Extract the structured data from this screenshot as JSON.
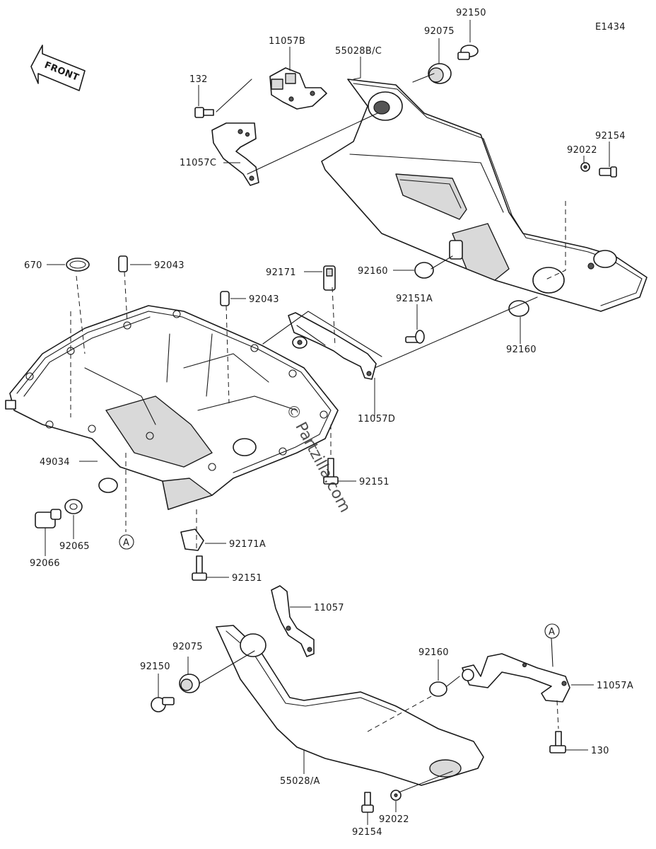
{
  "diagram": {
    "code": "E1434",
    "front_label": "FRONT",
    "watermark": "© Partzilla.com",
    "ref_marker": "A",
    "callouts": [
      {
        "id": "c-92150-top",
        "text": "92150"
      },
      {
        "id": "c-92075-top",
        "text": "92075"
      },
      {
        "id": "c-11057B",
        "text": "11057B"
      },
      {
        "id": "c-55028BC",
        "text": "55028B/C"
      },
      {
        "id": "c-132",
        "text": "132"
      },
      {
        "id": "c-11057C",
        "text": "11057C"
      },
      {
        "id": "c-92154-top",
        "text": "92154"
      },
      {
        "id": "c-92022-top",
        "text": "92022"
      },
      {
        "id": "c-670",
        "text": "670"
      },
      {
        "id": "c-92043-a",
        "text": "92043"
      },
      {
        "id": "c-92043-b",
        "text": "92043"
      },
      {
        "id": "c-92171",
        "text": "92171"
      },
      {
        "id": "c-92160-a",
        "text": "92160"
      },
      {
        "id": "c-92151A",
        "text": "92151A"
      },
      {
        "id": "c-92160-b",
        "text": "92160"
      },
      {
        "id": "c-11057D",
        "text": "11057D"
      },
      {
        "id": "c-49034",
        "text": "49034"
      },
      {
        "id": "c-92151-a",
        "text": "92151"
      },
      {
        "id": "c-92065",
        "text": "92065"
      },
      {
        "id": "c-92066",
        "text": "92066"
      },
      {
        "id": "c-92171A",
        "text": "92171A"
      },
      {
        "id": "c-92151-b",
        "text": "92151"
      },
      {
        "id": "c-11057",
        "text": "11057"
      },
      {
        "id": "c-92075-bot",
        "text": "92075"
      },
      {
        "id": "c-92150-bot",
        "text": "92150"
      },
      {
        "id": "c-92160-c",
        "text": "92160"
      },
      {
        "id": "c-11057A",
        "text": "11057A"
      },
      {
        "id": "c-130",
        "text": "130"
      },
      {
        "id": "c-55028A",
        "text": "55028/A"
      },
      {
        "id": "c-92022-bot",
        "text": "92022"
      },
      {
        "id": "c-92154-bot",
        "text": "92154"
      }
    ]
  }
}
